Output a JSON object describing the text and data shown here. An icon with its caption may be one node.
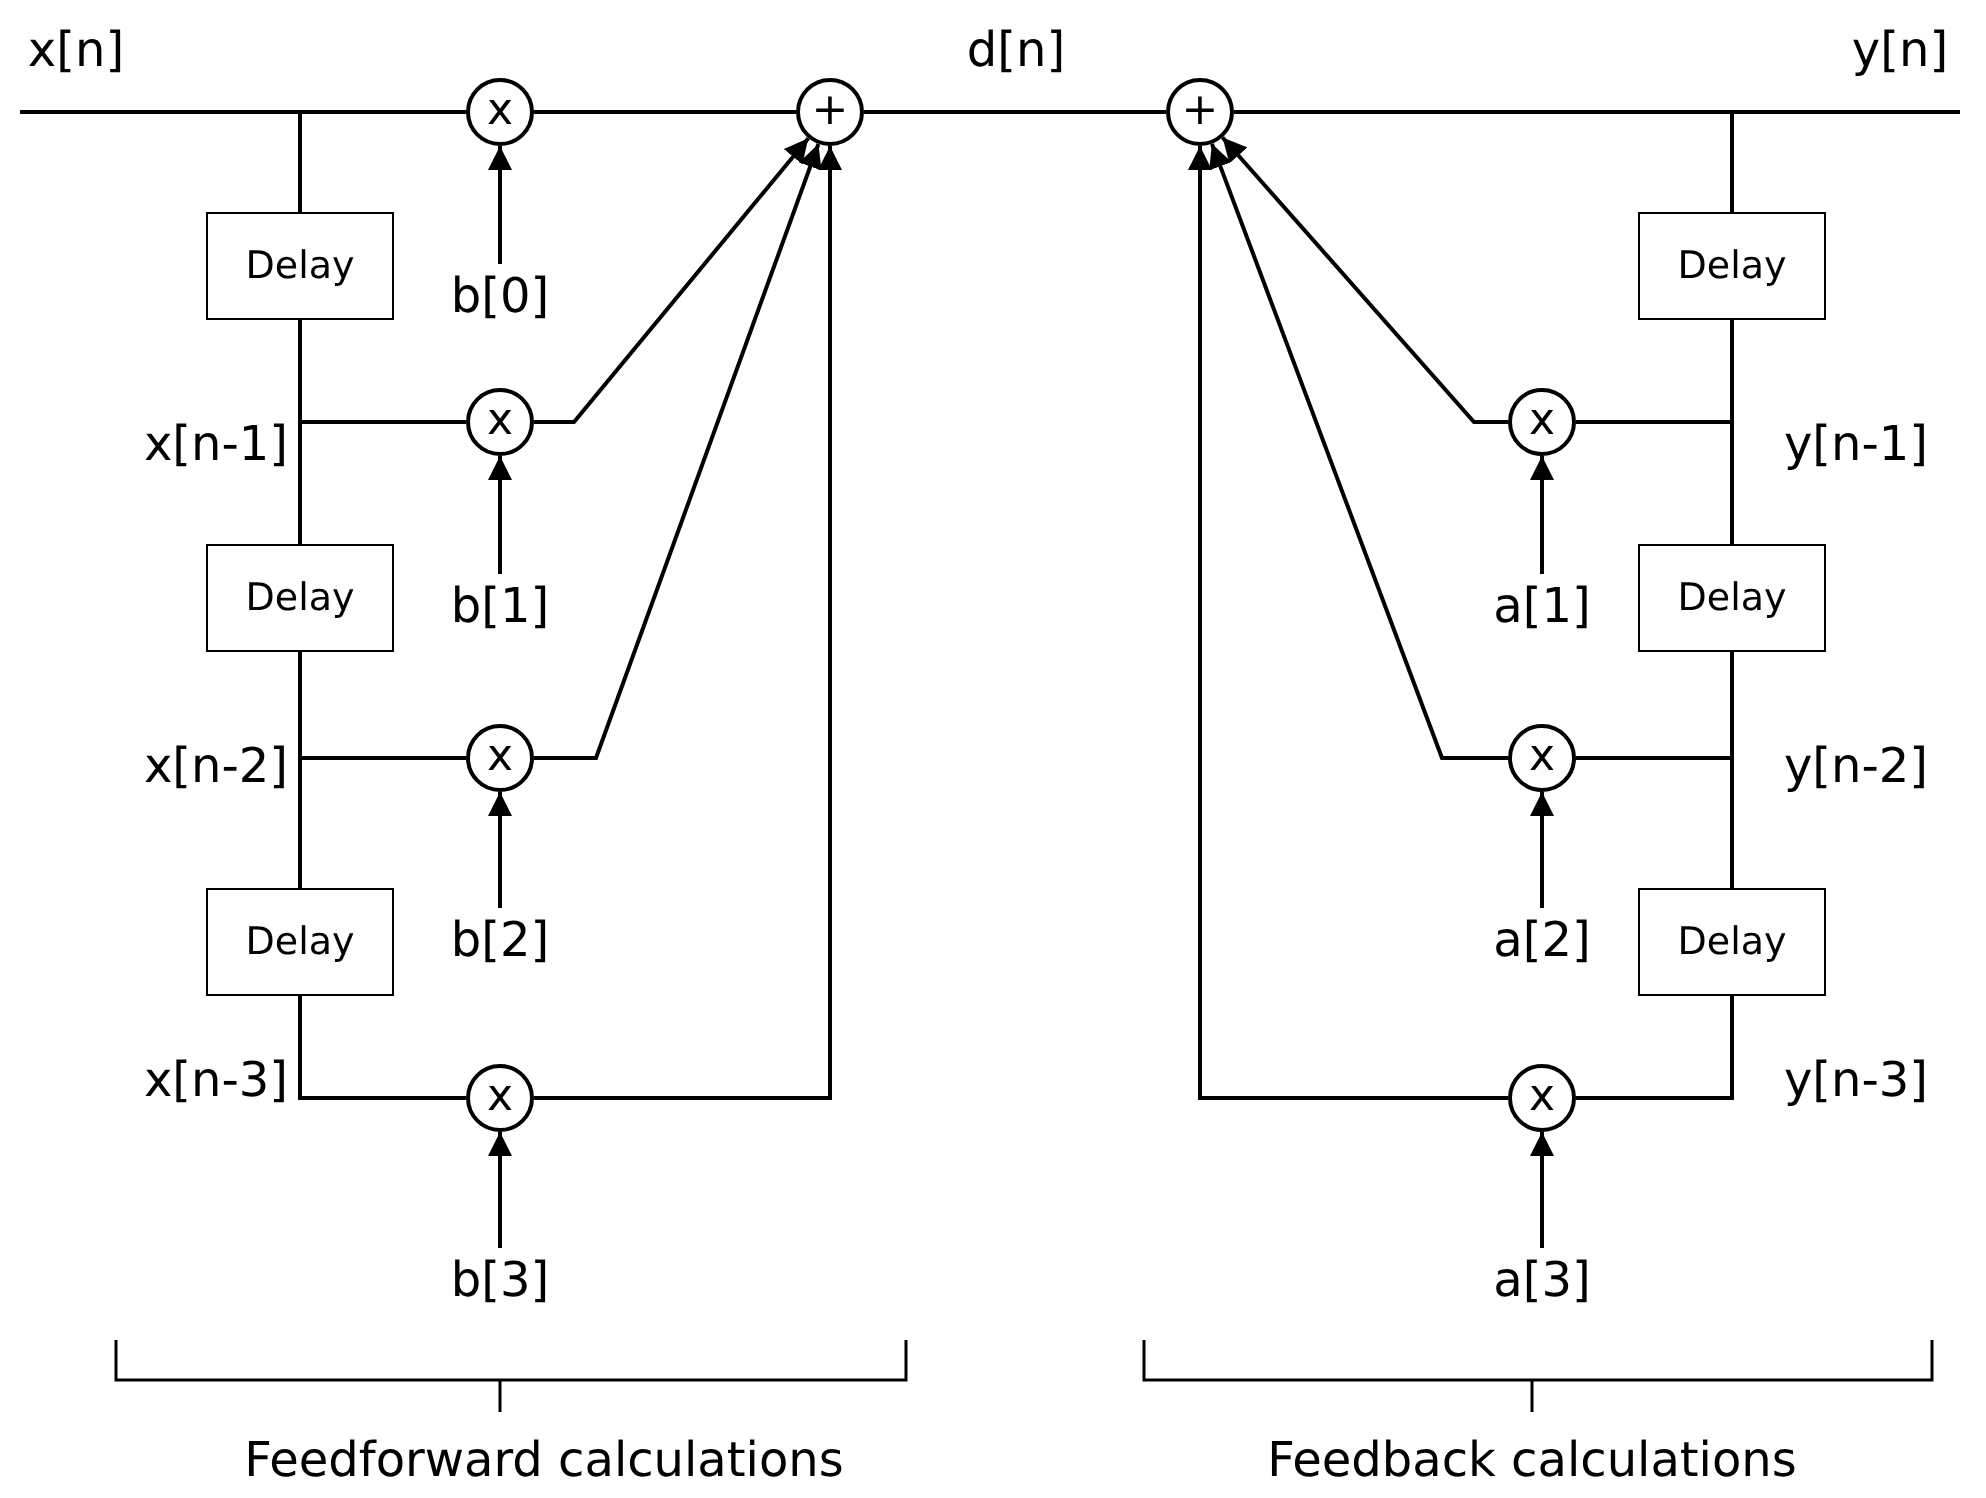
{
  "diagram": {
    "nodes": [
      {
        "text": [
          "x"
        ]
      },
      {
        "text": [
          "+"
        ]
      },
      {
        "text": [
          "+"
        ]
      },
      {
        "text": [
          "Delay"
        ]
      },
      {
        "text": [
          "Delay"
        ]
      },
      {
        "text": [
          "b[0]"
        ]
      },
      {
        "text": [
          "x"
        ]
      },
      {
        "text": [
          "x"
        ]
      },
      {
        "text": [
          "b[1]"
        ]
      },
      {
        "text": [
          "a[1]"
        ]
      },
      {
        "text": [
          "Delay"
        ]
      },
      {
        "text": [
          "Delay"
        ]
      },
      {
        "text": [
          "x"
        ]
      },
      {
        "text": [
          "x"
        ]
      },
      {
        "text": [
          "b[2]"
        ]
      },
      {
        "text": [
          "a[2]"
        ]
      },
      {
        "text": [
          "Delay"
        ]
      },
      {
        "text": [
          "Delay"
        ]
      },
      {
        "text": [
          "x"
        ]
      },
      {
        "text": [
          "x"
        ]
      },
      {
        "text": [
          "b[3]"
        ]
      },
      {
        "text": [
          "a[3]"
        ]
      }
    ],
    "edges": [
      {
        "from": null,
        "to": 0,
        "arrow": "none"
      },
      {
        "from": null,
        "to": 3,
        "arrow": "none"
      },
      {
        "from": 0,
        "to": 1,
        "arrow": "none"
      },
      {
        "from": 5,
        "to": 0,
        "arrow": "to"
      },
      {
        "from": 3,
        "to": 6,
        "arrow": "none"
      },
      {
        "from": 3,
        "to": 10,
        "arrow": "none"
      },
      {
        "from": 6,
        "to": 1,
        "arrow": "to"
      },
      {
        "from": 8,
        "to": 6,
        "arrow": "to"
      },
      {
        "from": 10,
        "to": 12,
        "arrow": "none"
      },
      {
        "from": 10,
        "to": 16,
        "arrow": "none"
      },
      {
        "from": 12,
        "to": 1,
        "arrow": "to"
      },
      {
        "from": 14,
        "to": 12,
        "arrow": "to"
      },
      {
        "from": 16,
        "to": 18,
        "arrow": "none"
      },
      {
        "from": 18,
        "to": 1,
        "arrow": "to"
      },
      {
        "from": 20,
        "to": 18,
        "arrow": "to"
      },
      {
        "from": 1,
        "to": 2,
        "arrow": "none"
      },
      {
        "from": 2,
        "to": null,
        "arrow": "none"
      },
      {
        "from": 2,
        "to": 4,
        "arrow": "none"
      },
      {
        "from": 4,
        "to": 7,
        "arrow": "none"
      },
      {
        "from": 4,
        "to": 11,
        "arrow": "none"
      },
      {
        "from": 7,
        "to": 2,
        "arrow": "to"
      },
      {
        "from": 9,
        "to": 7,
        "arrow": "to"
      },
      {
        "from": 11,
        "to": 13,
        "arrow": "none"
      },
      {
        "from": 11,
        "to": 17,
        "arrow": "none"
      },
      {
        "from": 13,
        "to": 2,
        "arrow": "to"
      },
      {
        "from": 15,
        "to": 13,
        "arrow": "to"
      },
      {
        "from": 17,
        "to": 19,
        "arrow": "none"
      },
      {
        "from": 19,
        "to": 2,
        "arrow": "to"
      },
      {
        "from": 21,
        "to": 19,
        "arrow": "to"
      }
    ],
    "labels": [
      "x[n]",
      "d[n]",
      "y[n]",
      "x[n-1]",
      "y[n-1]",
      "x[n-2]",
      "y[n-2]",
      "x[n-3]",
      "y[n-3]",
      "Feedforward calculations",
      "Feedback calculations"
    ]
  }
}
